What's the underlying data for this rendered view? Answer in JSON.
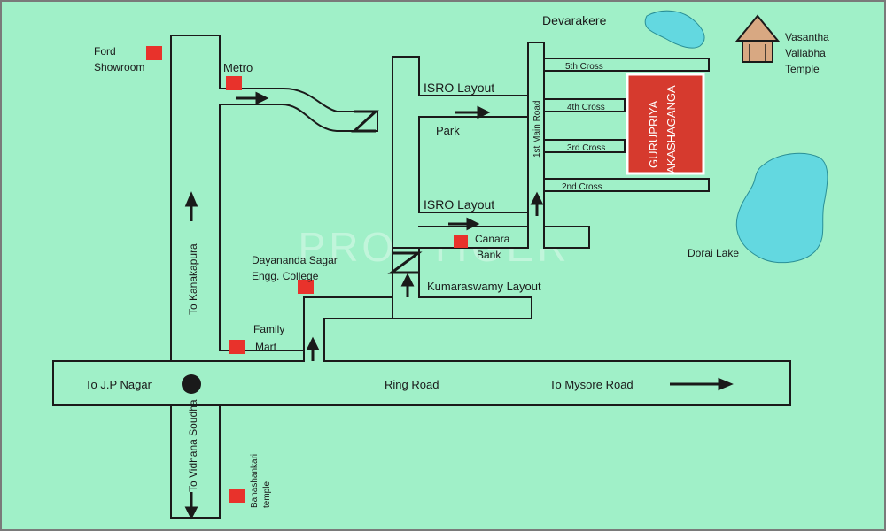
{
  "colors": {
    "background": "#a0f0c8",
    "road_fill": "#a0f0c8",
    "road_edge": "#1a1a1a",
    "water": "#63d8e0",
    "marker": "#e8322b",
    "project_fill": "#d63a2e",
    "temple": "#d8a882"
  },
  "labels": {
    "devarakere": "Devarakere",
    "temple_line1": "Vasantha",
    "temple_line2": "Vallabha",
    "temple_line3": "Temple",
    "ford_line1": "Ford",
    "ford_line2": "Showroom",
    "metro": "Metro",
    "isro_top": "ISRO Layout",
    "isro_bottom": "ISRO Layout",
    "park": "Park",
    "first_main": "1st Main Road",
    "cross5": "5th Cross",
    "cross4": "4th Cross",
    "cross3": "3rd Cross",
    "cross2": "2nd Cross",
    "project_line1": "GURUPRIYA",
    "project_line2": "AKASHAGANGA",
    "dorai_lake": "Dorai Lake",
    "canara_line1": "Canara",
    "canara_line2": "Bank",
    "dayananda_line1": "Dayananda Sagar",
    "dayananda_line2": "Engg. College",
    "kumaraswamy": "Kumaraswamy Layout",
    "family_line1": "Family",
    "family_line2": "Mart",
    "to_kanakapura": "To Kanakapura",
    "to_jp_nagar": "To J.P Nagar",
    "ring_road": "Ring Road",
    "to_mysore": "To Mysore Road",
    "to_vidhana": "To Vidhana Soudha",
    "banashankari_line1": "Banashankari",
    "banashankari_line2": "temple",
    "watermark": "PROPTIGER"
  },
  "icons": {
    "junction": "circle-junction-icon",
    "north_arrow": "north-arrow-icon",
    "temple": "temple-icon",
    "landmark": "square-marker-icon"
  }
}
